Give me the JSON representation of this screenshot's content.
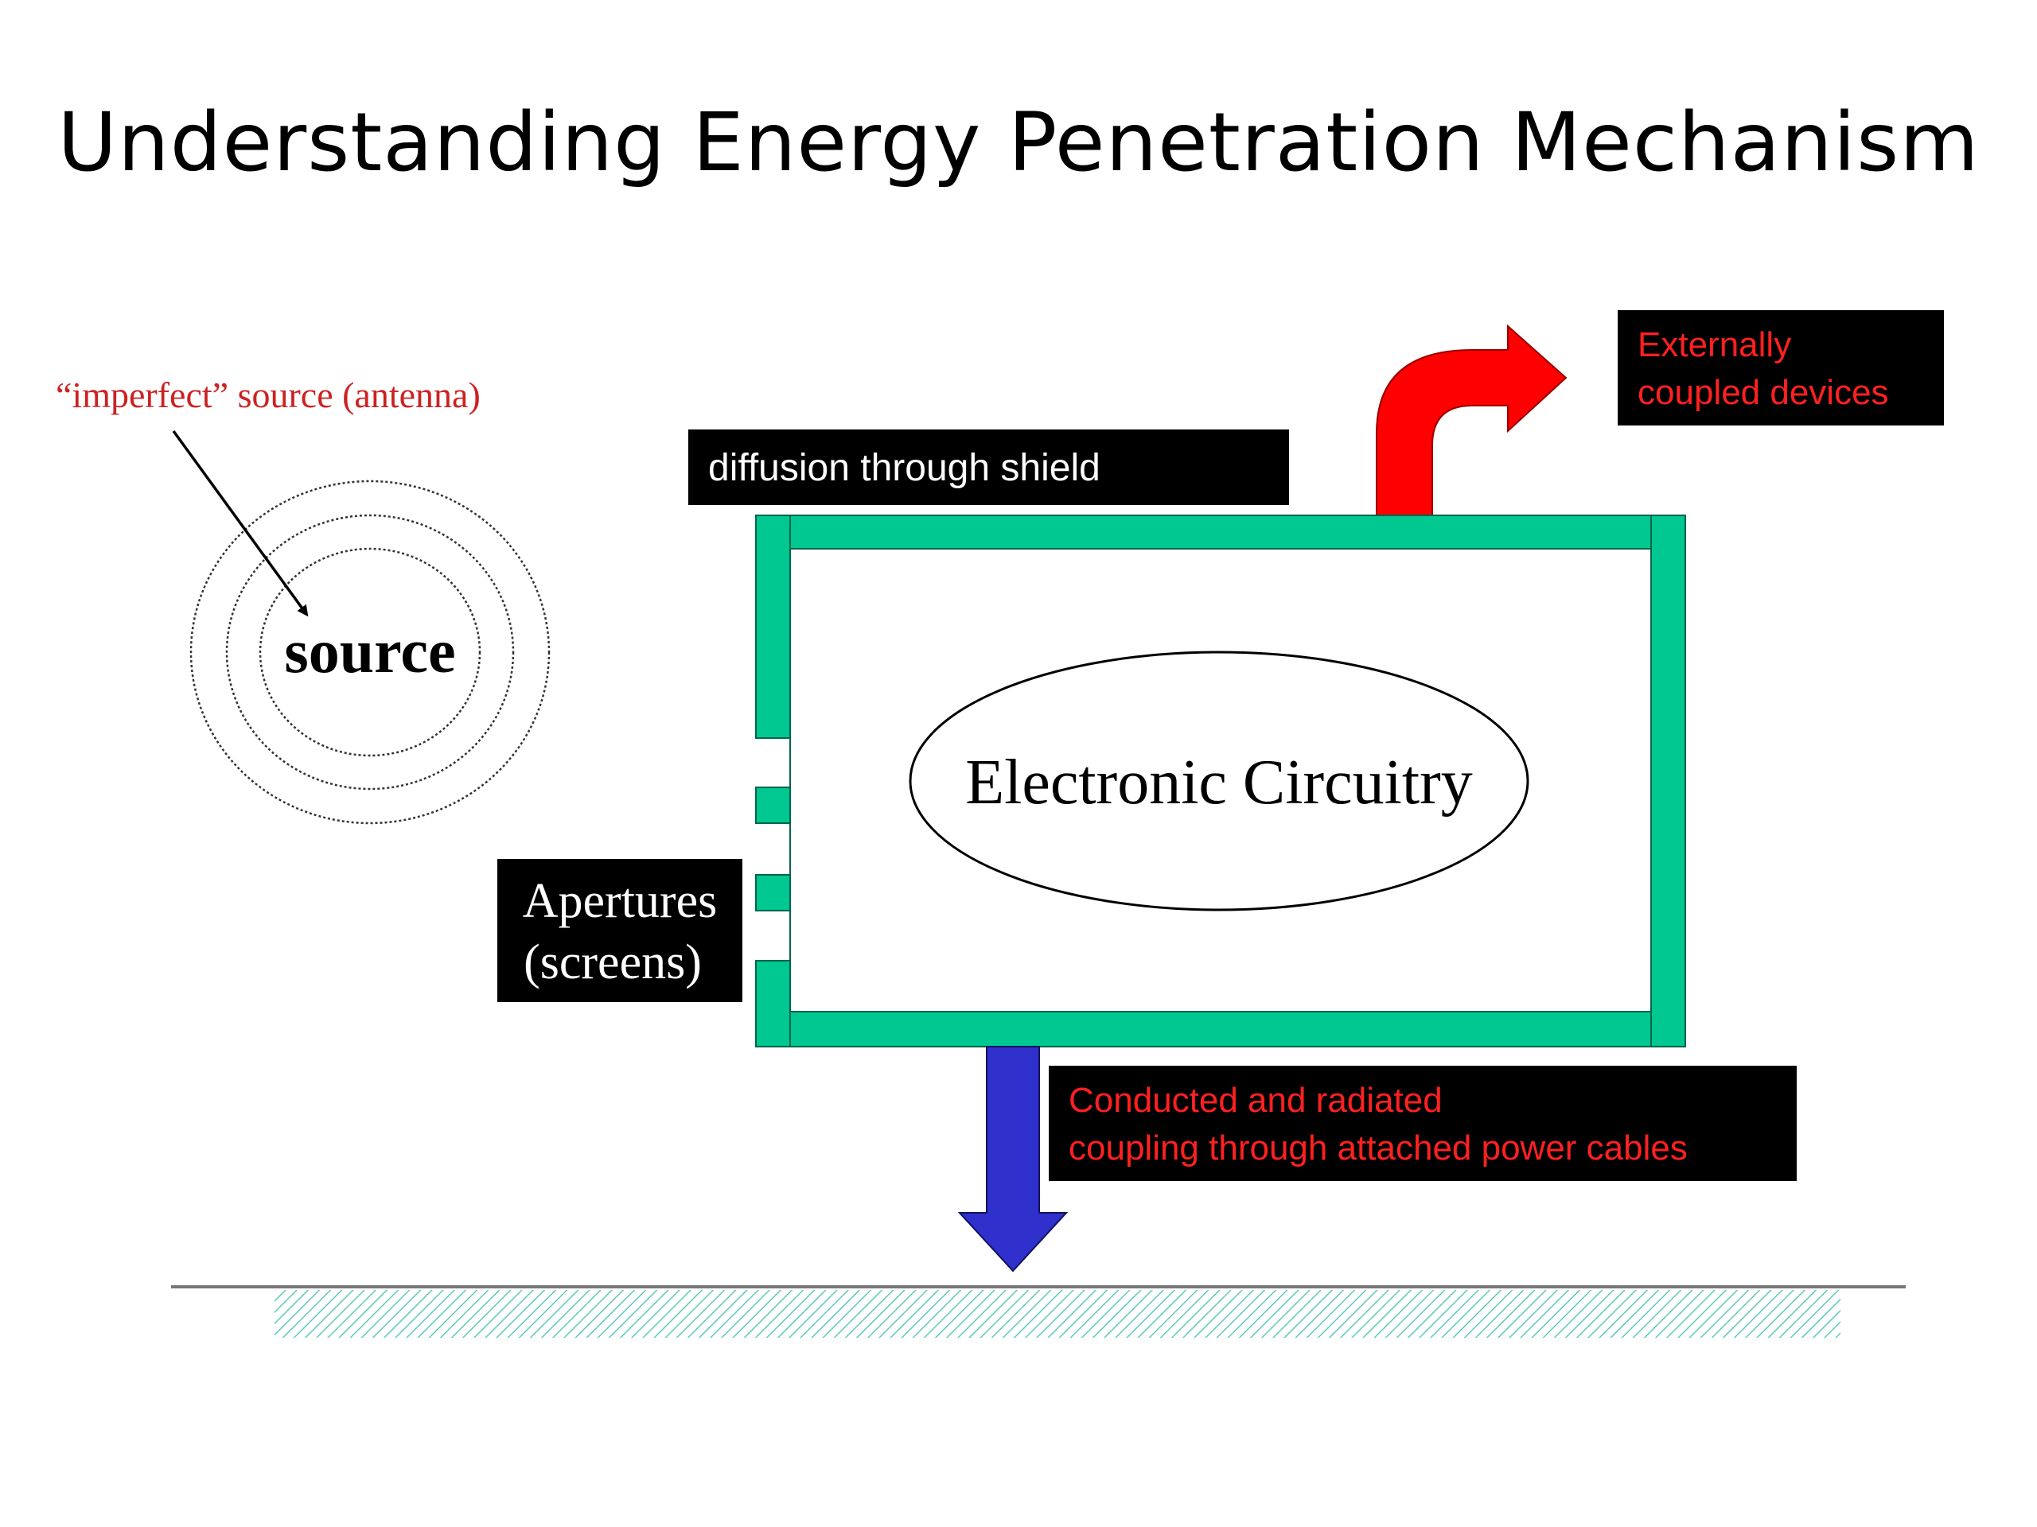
{
  "slide": {
    "title": "Understanding Energy Penetration Mechanism"
  },
  "diagram": {
    "source_annotation": "“imperfect” source (antenna)",
    "source_label": "source",
    "circuit_label": "Electronic Circuitry",
    "diffusion_label": "diffusion through shield",
    "external_label_line1": "Externally",
    "external_label_line2": "coupled devices",
    "apertures_line1": "Apertures",
    "apertures_line2": "(screens)",
    "cables_line1": "Conducted and radiated",
    "cables_line2": "coupling through attached power cables"
  },
  "colors": {
    "shield": "#00c890",
    "red_arrow": "#ff0000",
    "blue_arrow": "#3030cc",
    "label_bg": "#000000",
    "label_red_text": "#ff2020",
    "label_white_text": "#ffffff",
    "annotation_red": "#cc2222",
    "ground_hatch": "#5fc9c0"
  },
  "icons": {
    "red_arrow": "curved-arrow-up-right-icon",
    "blue_arrow": "arrow-down-icon",
    "annotation_arrow": "pointer-arrow-icon"
  }
}
